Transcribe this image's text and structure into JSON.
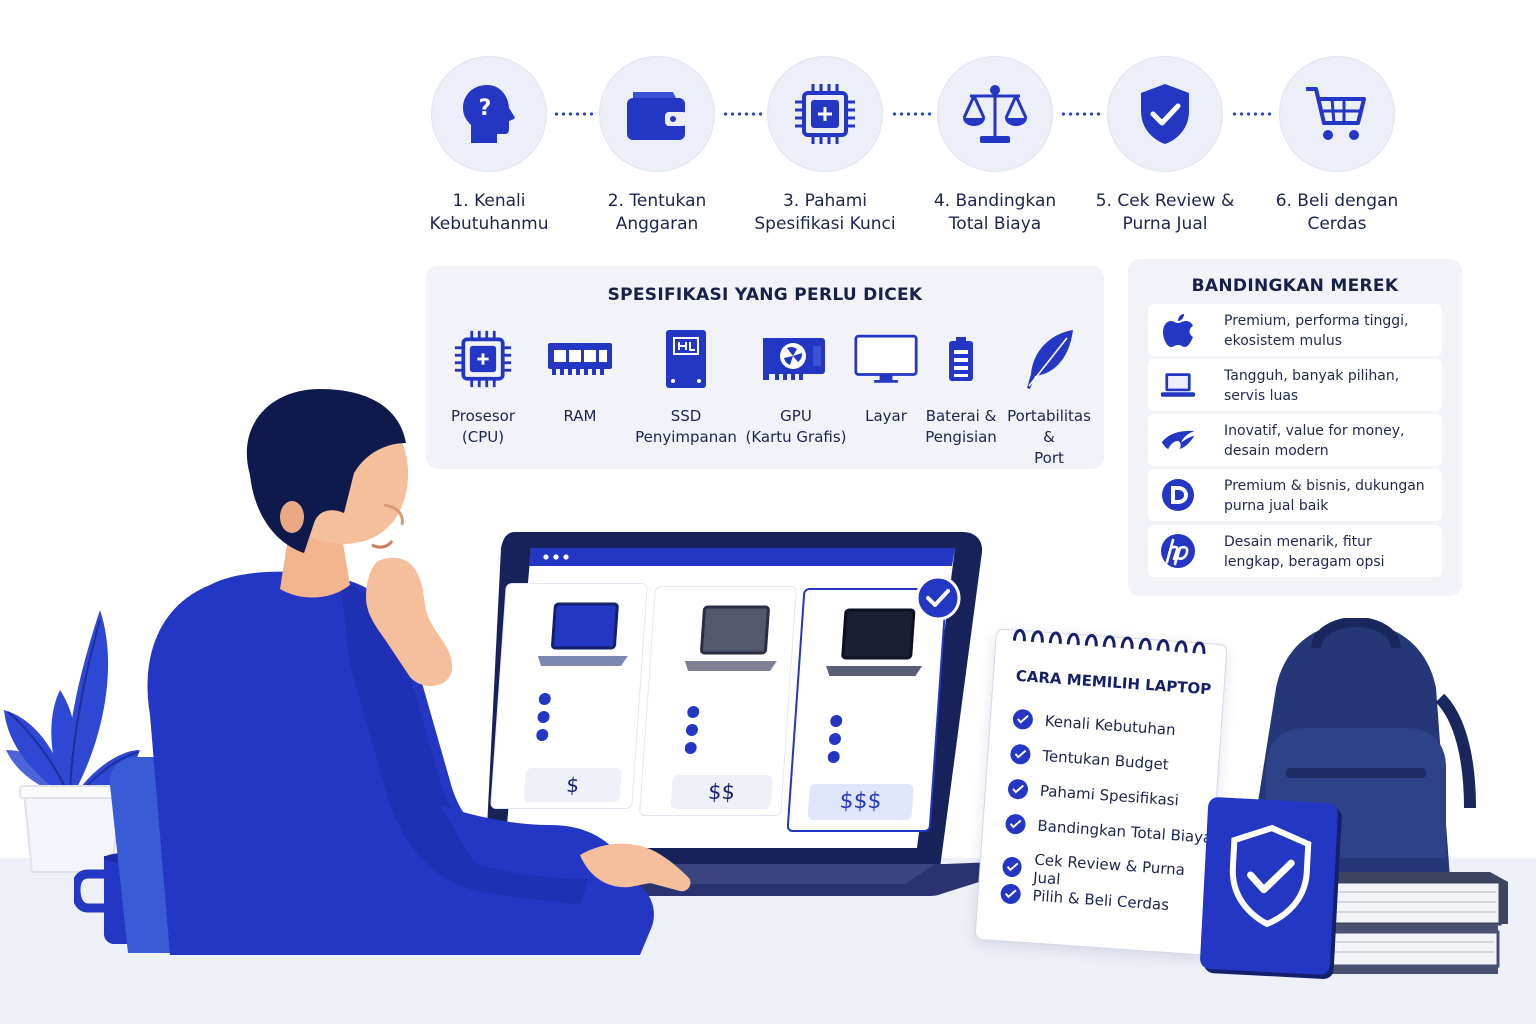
{
  "steps": [
    {
      "label_1": "1. Kenali",
      "label_2": "Kebutuhanmu",
      "icon": "head-question-icon"
    },
    {
      "label_1": "2. Tentukan",
      "label_2": "Anggaran",
      "icon": "wallet-icon"
    },
    {
      "label_1": "3. Pahami",
      "label_2": "Spesifikasi Kunci",
      "icon": "chip-icon"
    },
    {
      "label_1": "4. Bandingkan",
      "label_2": "Total Biaya",
      "icon": "scale-icon"
    },
    {
      "label_1": "5. Cek Review &",
      "label_2": "Purna Jual",
      "icon": "shield-check-icon"
    },
    {
      "label_1": "6. Beli dengan",
      "label_2": "Cerdas",
      "icon": "cart-icon"
    }
  ],
  "specs": {
    "title": "SPESIFIKASI YANG PERLU DICEK",
    "items": [
      {
        "l1": "Prosesor",
        "l2": "(CPU)",
        "icon": "cpu-icon"
      },
      {
        "l1": "RAM",
        "l2": "",
        "icon": "ram-icon"
      },
      {
        "l1": "SSD",
        "l2": "Penyimpanan",
        "icon": "ssd-icon"
      },
      {
        "l1": "GPU",
        "l2": "(Kartu Grafis)",
        "icon": "gpu-icon"
      },
      {
        "l1": "Layar",
        "l2": "",
        "icon": "monitor-icon"
      },
      {
        "l1": "Baterai &",
        "l2": "Pengisian",
        "icon": "battery-icon"
      },
      {
        "l1": "Portabilitas &",
        "l2": "Port",
        "icon": "feather-icon"
      }
    ]
  },
  "brands": {
    "title": "BANDINGKAN MEREK",
    "items": [
      {
        "l1": "Premium, performa tinggi,",
        "l2": "ekosistem mulus",
        "icon": "apple-logo-icon"
      },
      {
        "l1": "Tangguh, banyak pilihan,",
        "l2": "servis luas",
        "icon": "laptop-logo-icon"
      },
      {
        "l1": "Inovatif, value for money,",
        "l2": "desain modern",
        "icon": "rog-logo-icon"
      },
      {
        "l1": "Premium & bisnis, dukungan",
        "l2": "purna jual baik",
        "icon": "dell-logo-icon"
      },
      {
        "l1": "Desain menarik, fitur",
        "l2": "lengkap, beragam opsi",
        "icon": "hp-logo-icon"
      }
    ]
  },
  "screen": {
    "prices": [
      "$",
      "$$",
      "$$$"
    ]
  },
  "notepad": {
    "title": "CARA MEMILIH LAPTOP",
    "items": [
      "Kenali Kebutuhan",
      "Tentukan Budget",
      "Pahami Spesifikasi",
      "Bandingkan Total Biaya",
      "Cek Review & Purna Jual",
      "Pilih & Beli Cerdas"
    ]
  },
  "colors": {
    "accent": "#2336c4",
    "navy": "#14206b",
    "panel": "#f1f3f9"
  }
}
